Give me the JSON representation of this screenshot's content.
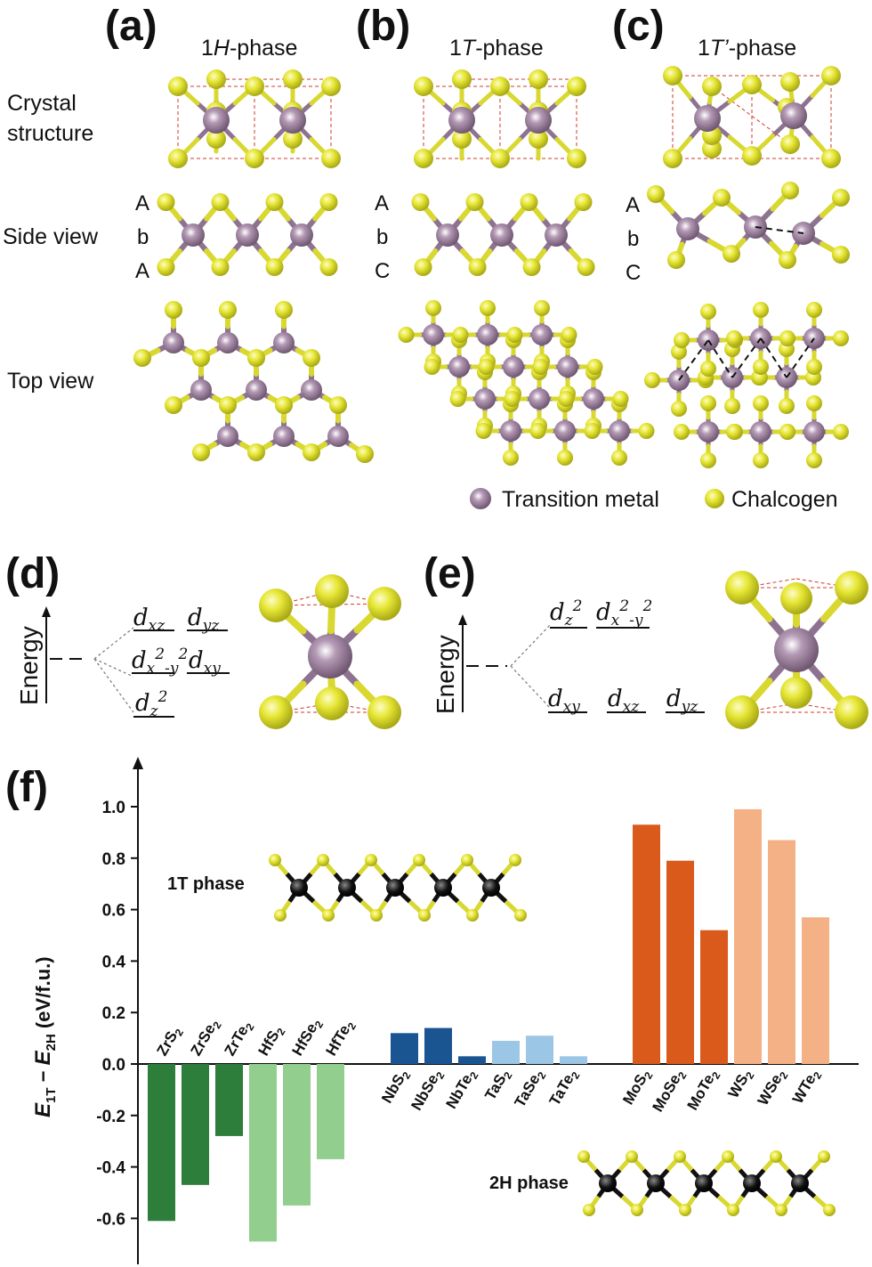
{
  "panels": {
    "a": {
      "label": "(a)",
      "title_prefix": "1",
      "title_italic": "H",
      "title_suffix": "-phase",
      "stack": [
        "A",
        "b",
        "A"
      ]
    },
    "b": {
      "label": "(b)",
      "title_prefix": "1",
      "title_italic": "T",
      "title_suffix": "-phase",
      "stack": [
        "A",
        "b",
        "C"
      ]
    },
    "c": {
      "label": "(c)",
      "title_prefix": "1",
      "title_italic": "T’",
      "title_suffix": "-phase",
      "stack": [
        "A",
        "b",
        "C"
      ]
    },
    "d": {
      "label": "(d)"
    },
    "e": {
      "label": "(e)"
    },
    "f": {
      "label": "(f)"
    }
  },
  "row_labels": {
    "crystal_1": "Crystal",
    "crystal_2": "structure",
    "side": "Side view",
    "top": "Top view"
  },
  "legend": {
    "metal": "Transition metal",
    "chalcogen": "Chalcogen",
    "metal_color": "#9a7c9b",
    "chalcogen_color": "#e3e32c"
  },
  "energy_label": "Energy",
  "orbitals": {
    "dxz": {
      "base": "d",
      "sub": "xz"
    },
    "dyz": {
      "base": "d",
      "sub": "yz"
    },
    "dx2y2": {
      "base": "d",
      "sub": "x",
      "sup": "2",
      "sub2": "-y",
      "sup2": "2"
    },
    "dxy": {
      "base": "d",
      "sub": "xy"
    },
    "dz2": {
      "base": "d",
      "sub": "z",
      "sup": "2"
    }
  },
  "insets": {
    "top": "1T phase",
    "bottom": "2H phase"
  },
  "chart_data": {
    "type": "bar",
    "ylabel": "E1T − E2H (eV/f.u.)",
    "ylim": [
      -0.7,
      1.1
    ],
    "yticks": [
      "1.0",
      "0.8",
      "0.6",
      "0.4",
      "0.2",
      "0.0",
      "-0.2",
      "-0.4",
      "-0.6"
    ],
    "tick_values": [
      1.0,
      0.8,
      0.6,
      0.4,
      0.2,
      0.0,
      -0.2,
      -0.4,
      -0.6
    ],
    "groups": [
      {
        "categories": [
          "ZrS2",
          "ZrSe2",
          "ZrTe2",
          "HfS2",
          "HfSe2",
          "HfTe2"
        ],
        "values": [
          -0.61,
          -0.47,
          -0.28,
          -0.69,
          -0.55,
          -0.37
        ],
        "colors": [
          "#2c7e3a",
          "#2c7e3a",
          "#2c7e3a",
          "#92cf8f",
          "#92cf8f",
          "#92cf8f"
        ]
      },
      {
        "categories": [
          "NbS2",
          "NbSe2",
          "NbTe2",
          "TaS2",
          "TaSe2",
          "TaTe2"
        ],
        "values": [
          0.12,
          0.14,
          0.03,
          0.09,
          0.11,
          0.03
        ],
        "colors": [
          "#1b5591",
          "#1b5591",
          "#1b5591",
          "#9cc6e6",
          "#9cc6e6",
          "#9cc6e6"
        ]
      },
      {
        "categories": [
          "MoS2",
          "MoSe2",
          "MoTe2",
          "WS2",
          "WSe2",
          "WTe2"
        ],
        "values": [
          0.93,
          0.79,
          0.52,
          0.99,
          0.87,
          0.57
        ],
        "colors": [
          "#d95a1b",
          "#d95a1b",
          "#d95a1b",
          "#f3b185",
          "#f3b185",
          "#f3b185"
        ]
      }
    ]
  }
}
